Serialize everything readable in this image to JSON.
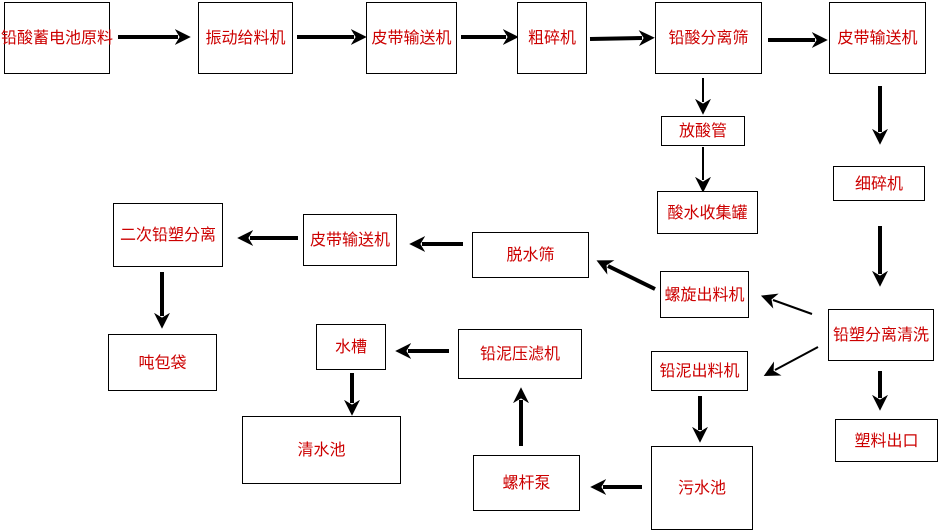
{
  "nodes": {
    "raw_material": "铅酸蓄电池原料",
    "vibrating_feeder": "振动给料机",
    "belt_conveyor_1": "皮带输送机",
    "coarse_crusher": "粗碎机",
    "acid_screen": "铅酸分离筛",
    "belt_conveyor_2": "皮带输送机",
    "acid_drain_pipe": "放酸管",
    "acid_tank": "酸水收集罐",
    "fine_crusher": "细碎机",
    "lead_plastic_wash": "铅塑分离清洗",
    "plastic_outlet": "塑料出口",
    "screw_discharger": "螺旋出料机",
    "dewatering_screen": "脱水筛",
    "belt_conveyor_3": "皮带输送机",
    "secondary_separation": "二次铅塑分离",
    "ton_bag": "吨包袋",
    "mud_discharger": "铅泥出料机",
    "sewage_pool": "污水池",
    "screw_pump": "螺杆泵",
    "filter_press": "铅泥压滤机",
    "water_tank": "水槽",
    "clean_pool": "清水池"
  },
  "colors": {
    "text": "#cc0000",
    "border": "#000000",
    "arrow": "#000000"
  }
}
